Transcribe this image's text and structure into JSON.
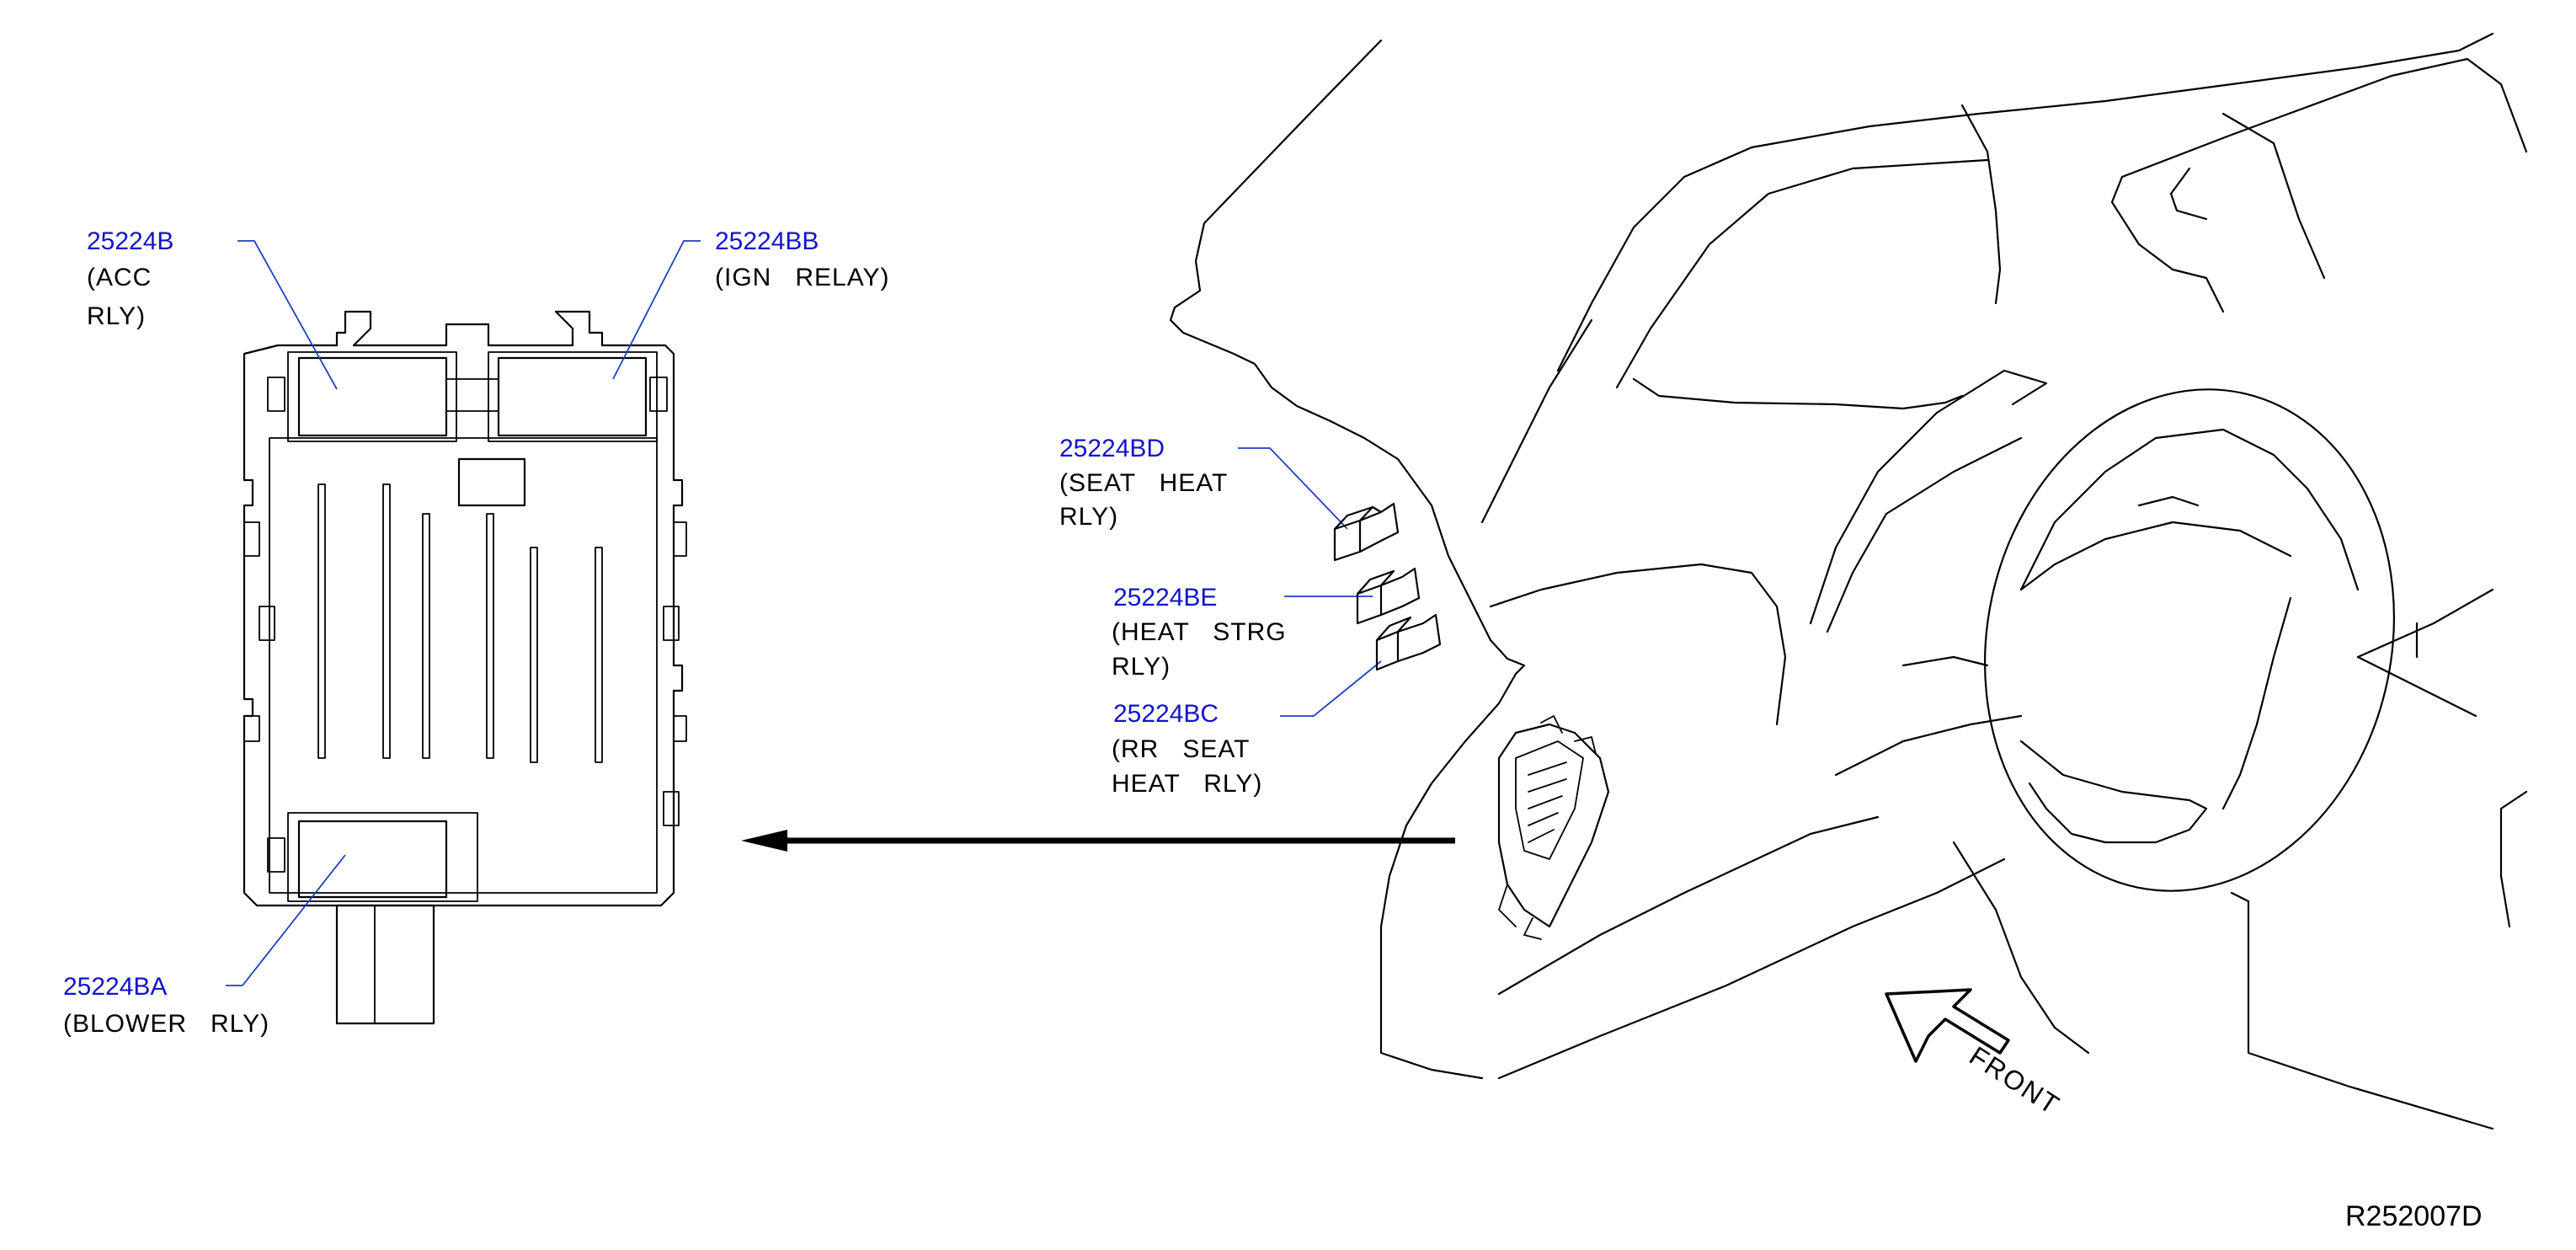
{
  "diagram_code": "R252007D",
  "front_label": "FRONT",
  "callouts": {
    "acc": {
      "part": "25224B",
      "desc_lines": [
        "(ACC",
        "RLY)"
      ]
    },
    "ign": {
      "part": "25224BB",
      "desc_lines": [
        "(IGN   RELAY)"
      ]
    },
    "blower": {
      "part": "25224BA",
      "desc_lines": [
        "(BLOWER   RLY)"
      ]
    },
    "seat_heat": {
      "part": "25224BD",
      "desc_lines": [
        "(SEAT   HEAT",
        "RLY)"
      ]
    },
    "heat_strg": {
      "part": "25224BE",
      "desc_lines": [
        "(HEAT   STRG",
        "RLY)"
      ]
    },
    "rr_seat_heat": {
      "part": "25224BC",
      "desc_lines": [
        "(RR   SEAT",
        "HEAT   RLY)"
      ]
    }
  },
  "colors": {
    "part_number": "#1212cc",
    "leader": "#1f3fbf",
    "line": "#000000"
  }
}
